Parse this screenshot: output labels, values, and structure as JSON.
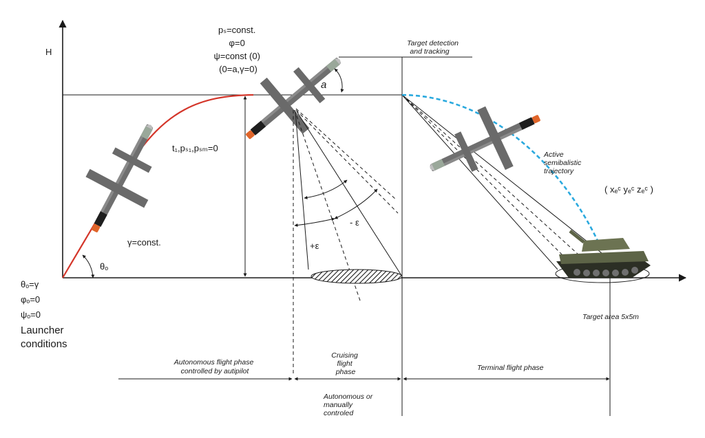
{
  "axis": {
    "y_label": "H"
  },
  "launch": {
    "cruise_params": [
      "pₛ=const.",
      "φ=0",
      "ψ=const (0)",
      "(0=a,γ=0)"
    ],
    "boost_params": "t₁,pₛ₁,pₛₘ=0",
    "gamma_const": "γ=const.",
    "theta_label": "θₒ",
    "launcher_values": [
      "θₒ=γ",
      "φₒ=0",
      "ψₒ=0"
    ],
    "launcher_caption": [
      "Launcher",
      "conditions"
    ]
  },
  "cruise": {
    "alpha_label": "a",
    "plus_eps": "+ε",
    "minus_eps": "- ε"
  },
  "terminal": {
    "detection": [
      "Target detection",
      "and tracking"
    ],
    "trajectory": [
      "Active",
      "semibalistic",
      "trajectory"
    ],
    "target_coords": "( xₑᶜ yₑᶜ zₑᶜ )",
    "target_area": "Target area 5x5m"
  },
  "phases": {
    "autonomous": [
      "Autonomous flight phase",
      "controlled by autipilot"
    ],
    "cruising": [
      "Cruising",
      "flight",
      "phase"
    ],
    "control": [
      "Autonomous or",
      "manually",
      "controled"
    ],
    "terminal": "Terminal flight phase"
  },
  "colors": {
    "trajectory_red": "#d4362a",
    "semiballistic_blue": "#2aa9de",
    "missile_body": "#6f6f6f",
    "missile_fin": "#6a6a6a",
    "missile_nose": "#9aa89a",
    "missile_tail": "#e0652a",
    "tank_body": "#5d6447"
  }
}
